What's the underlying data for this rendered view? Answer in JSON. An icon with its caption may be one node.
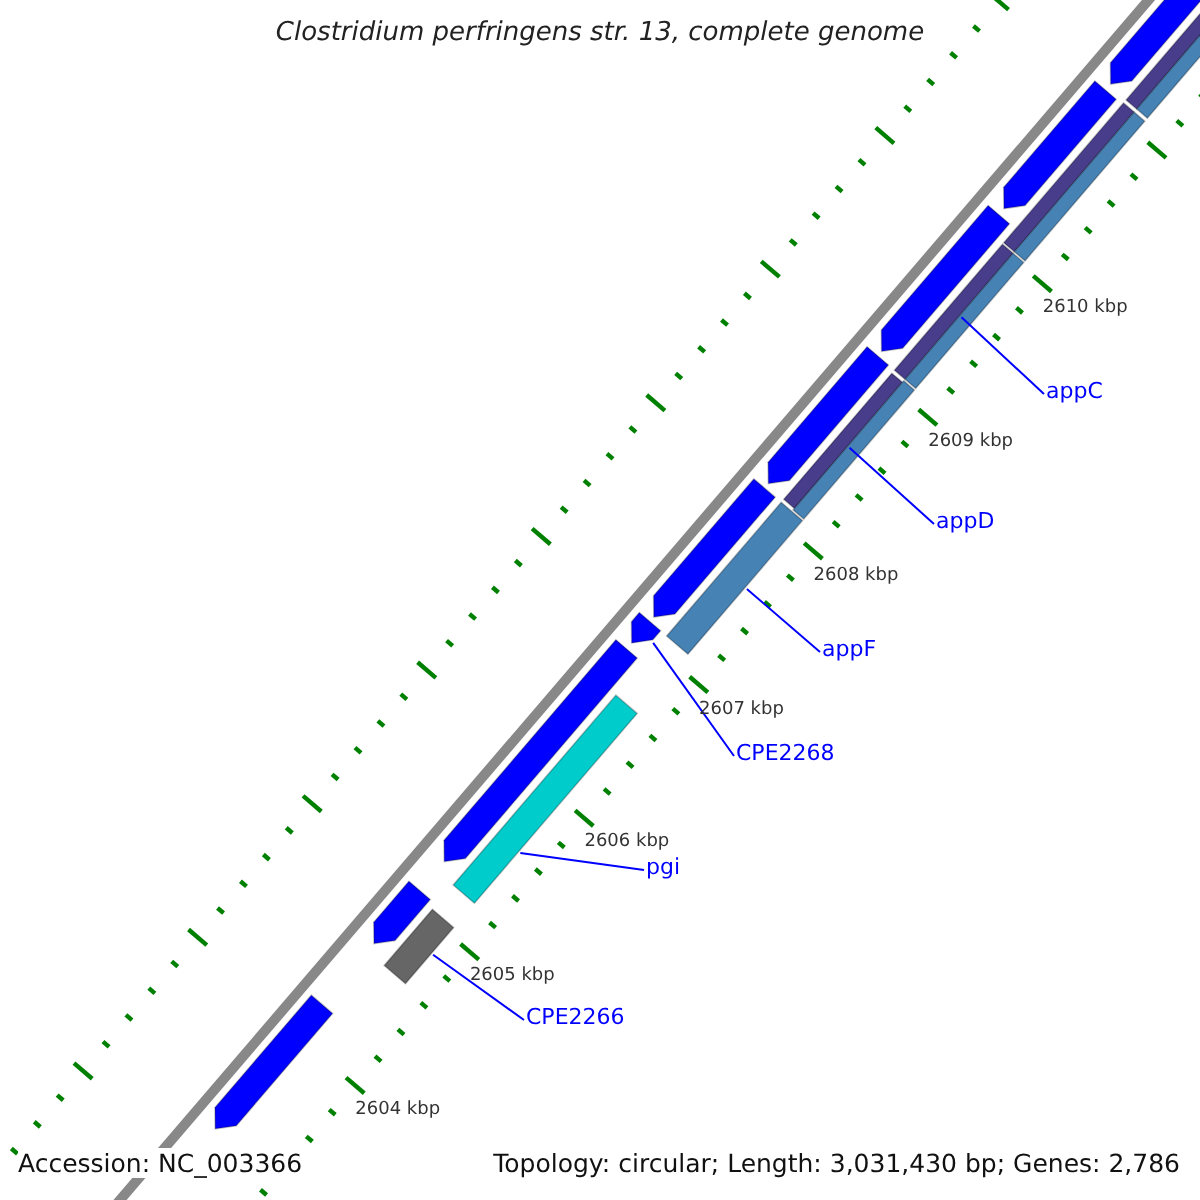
{
  "diagram": {
    "title": "Clostridium perfringens str. 13, complete genome",
    "nodes": [
      {
        "text": [
          "appC"
        ]
      },
      {
        "text": [],
        "shape": "bar"
      },
      {
        "text": [
          "appD"
        ]
      },
      {
        "text": [],
        "shape": "bar"
      },
      {
        "text": [
          "appF"
        ]
      },
      {
        "text": [],
        "shape": "bar"
      },
      {
        "text": [
          "CPE2268"
        ]
      },
      {
        "text": [],
        "shape": "bar"
      },
      {
        "text": [
          "pgi"
        ]
      },
      {
        "text": [],
        "shape": "bar"
      },
      {
        "text": [
          "CPE2266"
        ]
      },
      {
        "text": [],
        "shape": "bar"
      },
      {
        "text": [],
        "shape": "bar"
      },
      {
        "text": [],
        "shape": "bar"
      },
      {
        "text": [],
        "shape": "bar"
      },
      {
        "text": [],
        "shape": "bar"
      },
      {
        "text": [],
        "shape": "bar"
      },
      {
        "text": [],
        "shape": "bar"
      },
      {
        "text": [],
        "shape": "bar"
      },
      {
        "text": [],
        "shape": "bar"
      },
      {
        "text": [],
        "shape": "bar"
      },
      {
        "text": [],
        "shape": "bar"
      },
      {
        "text": [],
        "shape": "bar"
      },
      {
        "text": [],
        "shape": "bar"
      },
      {
        "text": [],
        "shape": "bar"
      },
      {
        "text": [],
        "shape": "bar"
      }
    ],
    "edges": [
      {
        "from": 0,
        "to": 1,
        "arrow": "none"
      },
      {
        "from": 2,
        "to": 3,
        "arrow": "none"
      },
      {
        "from": 4,
        "to": 5,
        "arrow": "none"
      },
      {
        "from": 6,
        "to": 7,
        "arrow": "none"
      },
      {
        "from": 8,
        "to": 9,
        "arrow": "none"
      },
      {
        "from": 10,
        "to": 11,
        "arrow": "none"
      }
    ],
    "labels": [
      "2610 kbp",
      "2609 kbp",
      "2608 kbp",
      "2607 kbp",
      "2606 kbp",
      "2605 kbp",
      "2604 kbp",
      "Accession: NC_003366",
      "Topology: circular; Length: 3,031,430 bp; Genes: 2,786"
    ]
  }
}
